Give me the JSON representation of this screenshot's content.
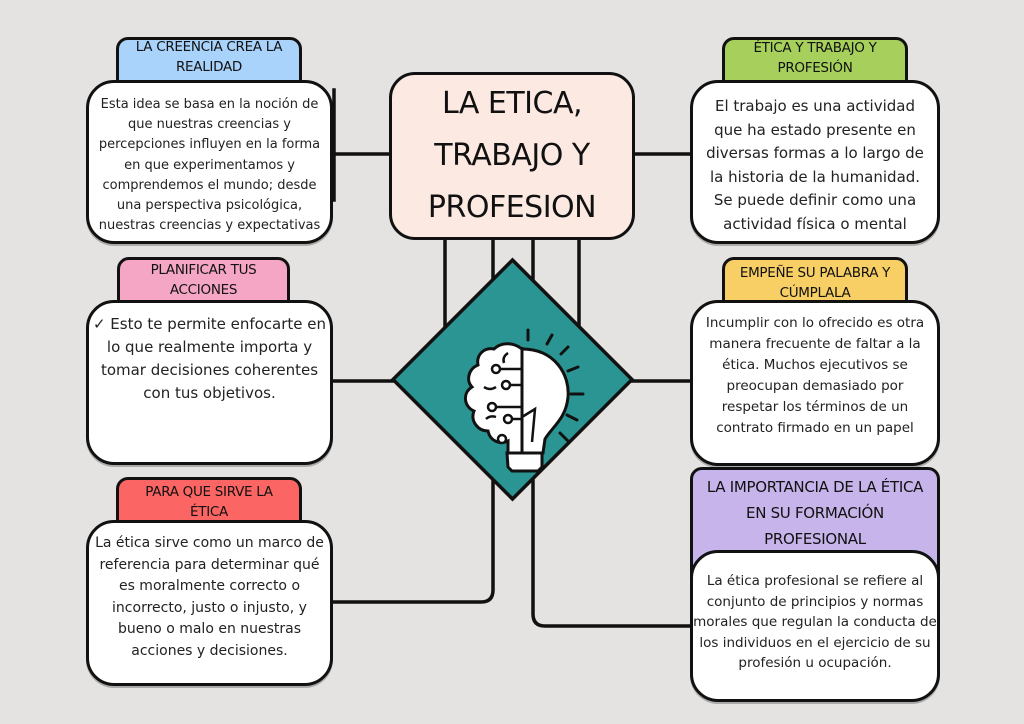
{
  "colors": {
    "background": "#e4e3e1",
    "center_fill": "#fbe9e2",
    "diamond_fill": "#2b9593",
    "outline": "#111111",
    "blue_tab": "#a9d3fa",
    "green_tab": "#a6d05b",
    "pink_tab": "#f5a6c4",
    "yellow_tab": "#f7cf64",
    "red_tab": "#fb6563",
    "purple_tab": "#c6b4ea"
  },
  "center": {
    "title_lines": [
      "LA ETICA,",
      "TRABAJO Y",
      "PROFESION"
    ],
    "icon": "brain-lightbulb-icon"
  },
  "nodes": {
    "creencia": {
      "title_lines": [
        "LA CREENCIA CREA LA",
        "REALIDAD"
      ],
      "body": "Esta idea se basa en la noción de que nuestras creencias y percepciones influyen en la forma en que experimentamos y comprendemos el mundo; desde una perspectiva psicológica, nuestras creencias y expectativas"
    },
    "etica_trabajo": {
      "title_lines": [
        "ÉTICA Y TRABAJO Y",
        "PROFESIÓN"
      ],
      "body": "El trabajo es una actividad que ha estado presente en diversas formas a lo largo de la historia de la humanidad. Se puede definir como una actividad física o mental"
    },
    "planificar": {
      "title_lines": [
        "PLANIFICAR TUS",
        "ACCIONES"
      ],
      "body": "✓ Esto te permite enfocarte en lo que realmente importa y tomar decisiones coherentes con tus objetivos."
    },
    "empene": {
      "title_lines": [
        "EMPEÑE SU PALABRA Y",
        "CÚMPLALA"
      ],
      "body": "Incumplir con lo ofrecido es otra manera frecuente de faltar a la ética. Muchos ejecutivos se preocupan demasiado por respetar los términos de un contrato firmado en un papel"
    },
    "para_que": {
      "title_lines": [
        "PARA QUE SIRVE LA",
        "ÉTICA"
      ],
      "body": "La ética sirve como un marco de referencia para determinar qué es moralmente correcto o incorrecto, justo o injusto, y bueno o malo en nuestras acciones y decisiones."
    },
    "importancia": {
      "title_lines": [
        "LA IMPORTANCIA DE LA ÉTICA",
        "EN SU FORMACIÓN",
        "PROFESIONAL"
      ],
      "body": "La ética profesional se refiere al conjunto de principios y normas morales que regulan la conducta de los individuos en el ejercicio de su profesión u ocupación."
    }
  }
}
